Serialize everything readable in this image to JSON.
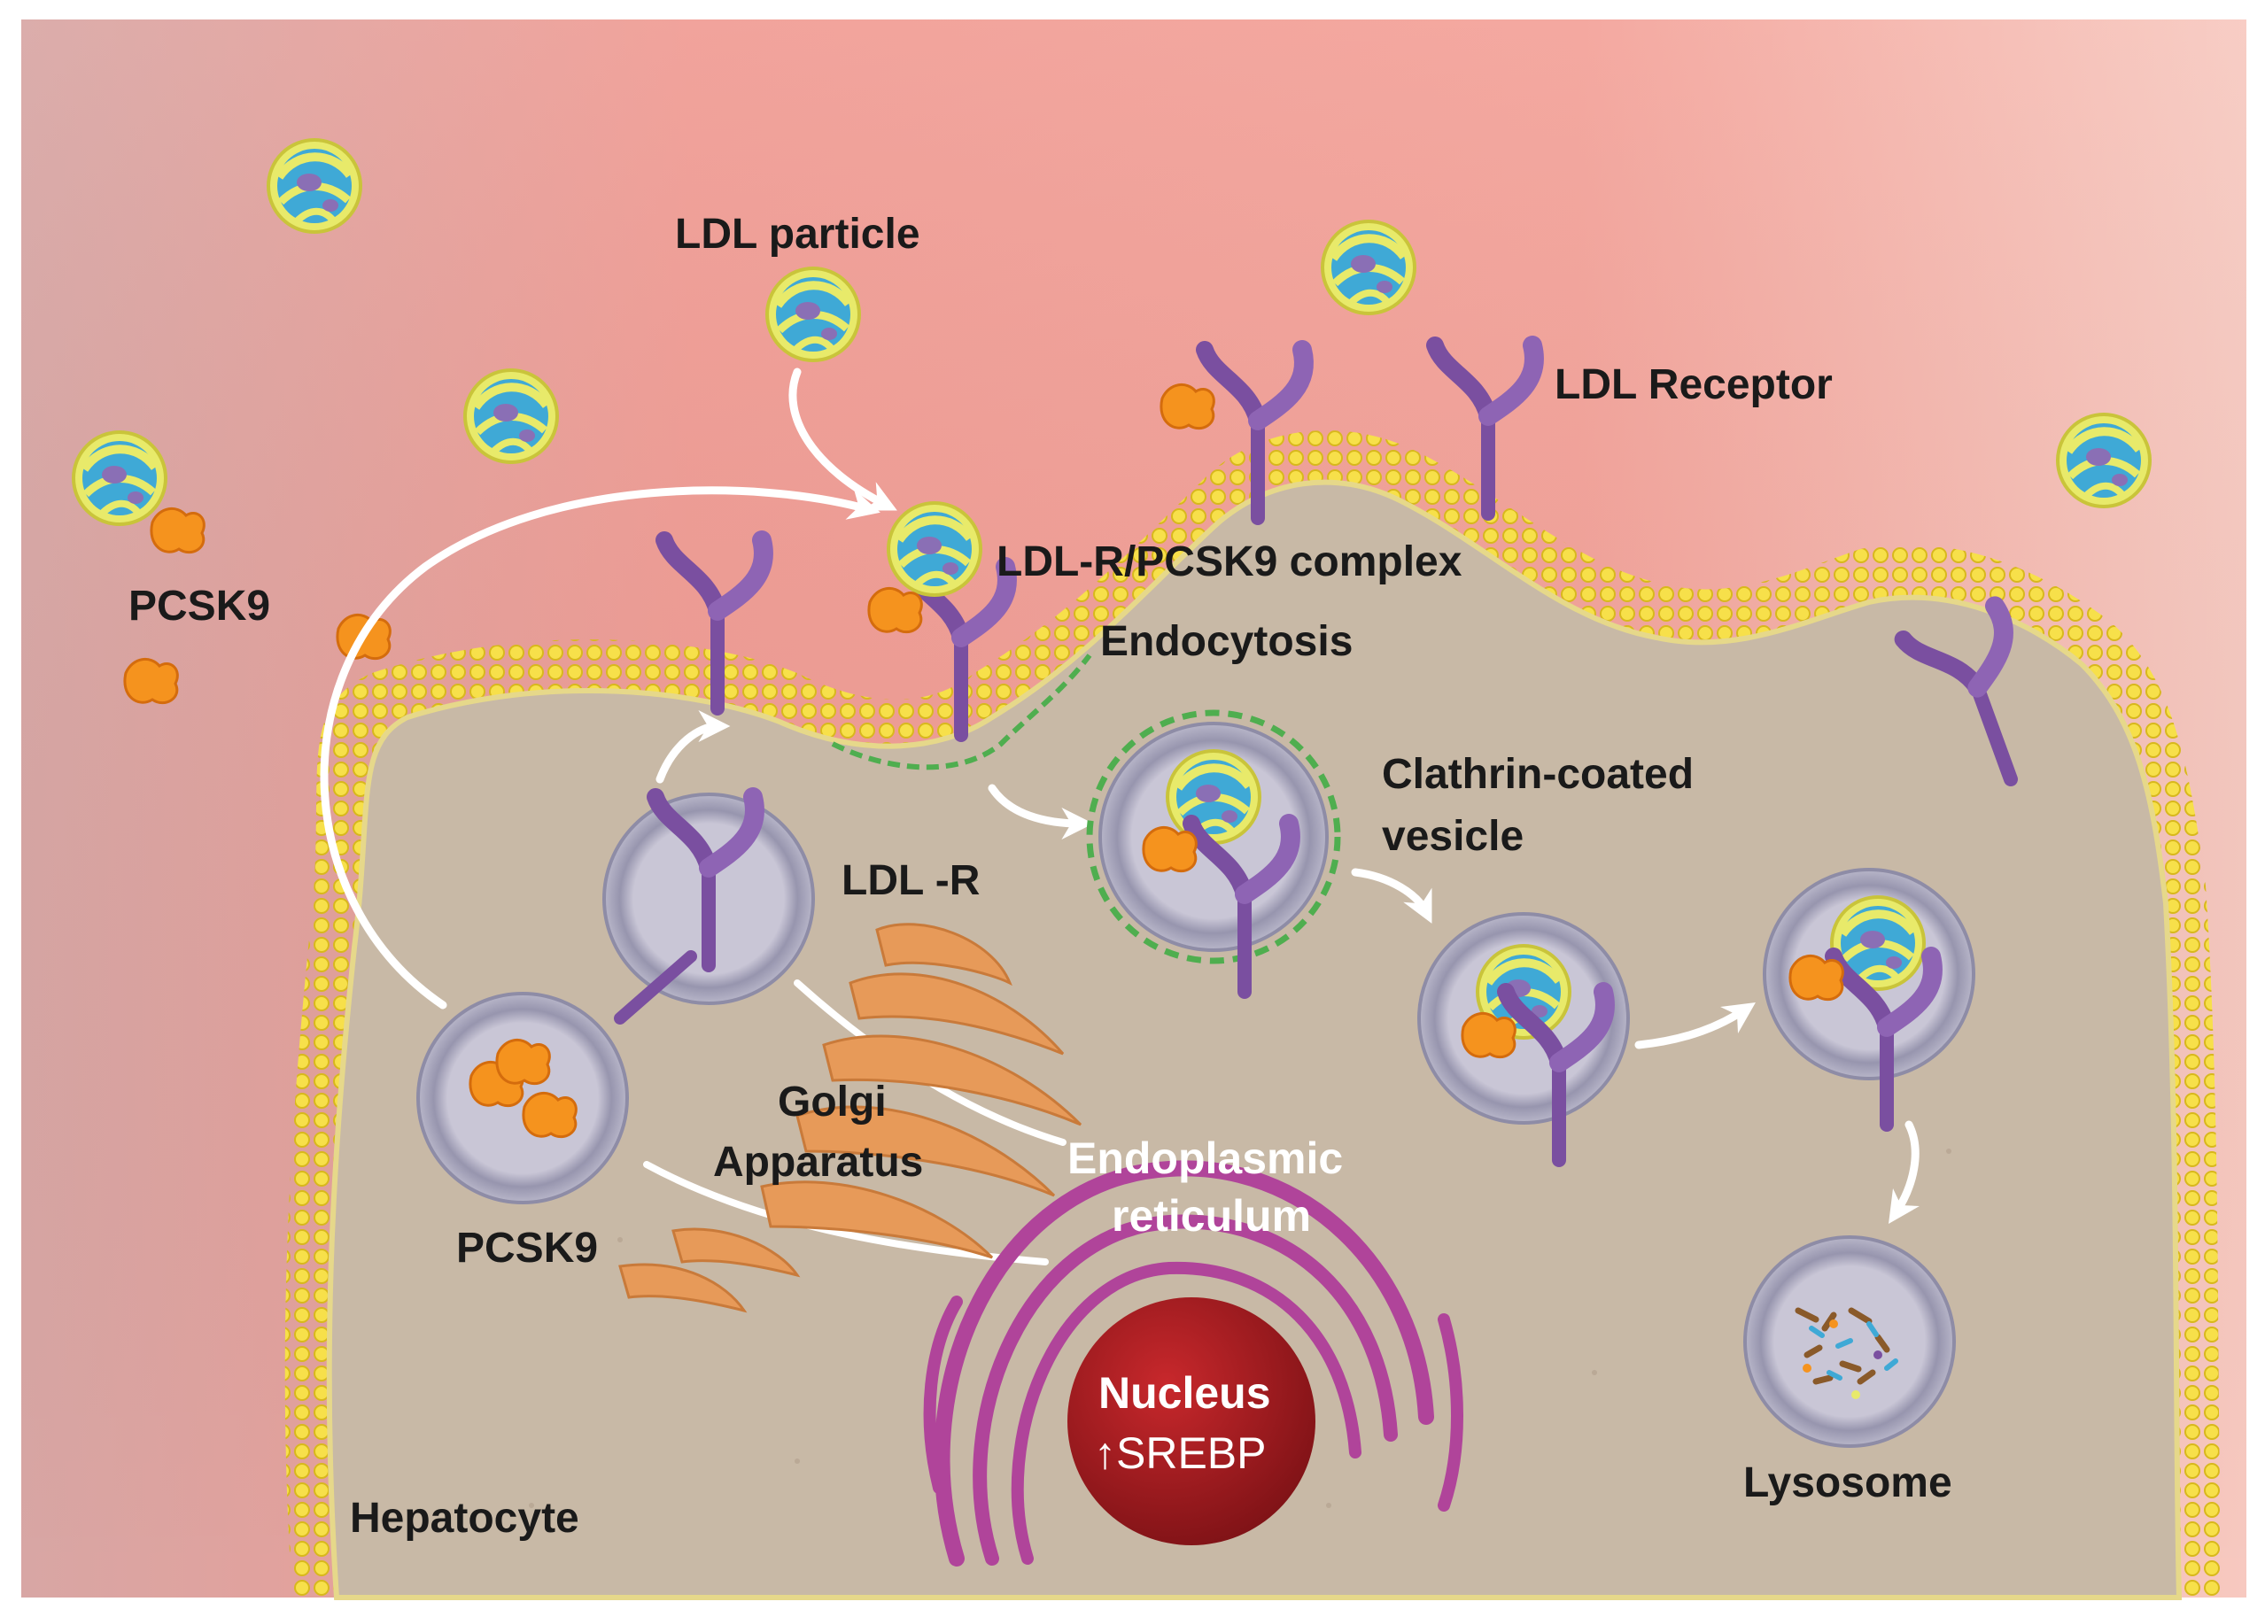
{
  "labels": {
    "ldl_particle": "LDL particle",
    "ldl_receptor": "LDL Receptor",
    "pcsk9_outside": "PCSK9",
    "complex": "LDL-R/PCSK9 complex",
    "endocytosis": "Endocytosis",
    "clathrin_line1": "Clathrin-coated",
    "clathrin_line2": "vesicle",
    "ldl_r": "LDL -R",
    "golgi_line1": "Golgi",
    "golgi_line2": "Apparatus",
    "er_line1": "Endoplasmic",
    "er_line2": "reticulum",
    "pcsk9_inside": "PCSK9",
    "nucleus": "Nucleus",
    "srebp": "↑SREBP",
    "lysosome": "Lysosome",
    "hepatocyte": "Hepatocyte"
  },
  "icons": [
    "ldl-particle-icon",
    "ldl-receptor-icon",
    "pcsk9-protein-icon",
    "vesicle-icon",
    "clathrin-coat-icon",
    "golgi-icon",
    "er-icon",
    "nucleus-icon",
    "lysosome-icon",
    "arrow-icon"
  ],
  "colors": {
    "background_top": "#f2a39a",
    "background_left": "#d9a6a6",
    "cytoplasm": "#c8b9a6",
    "membrane_bead": "#f7e04a",
    "receptor": "#7a4fa0",
    "pcsk9": "#f5931e",
    "ldl_core": "#3fa9d6",
    "ldl_shell": "#e8ea6a",
    "clathrin": "#4fae4f",
    "vesicle": "#a7a6bb",
    "golgi": "#e79a59",
    "er": "#b0449a",
    "nucleus": "#a11b1f",
    "arrow": "#ffffff"
  }
}
